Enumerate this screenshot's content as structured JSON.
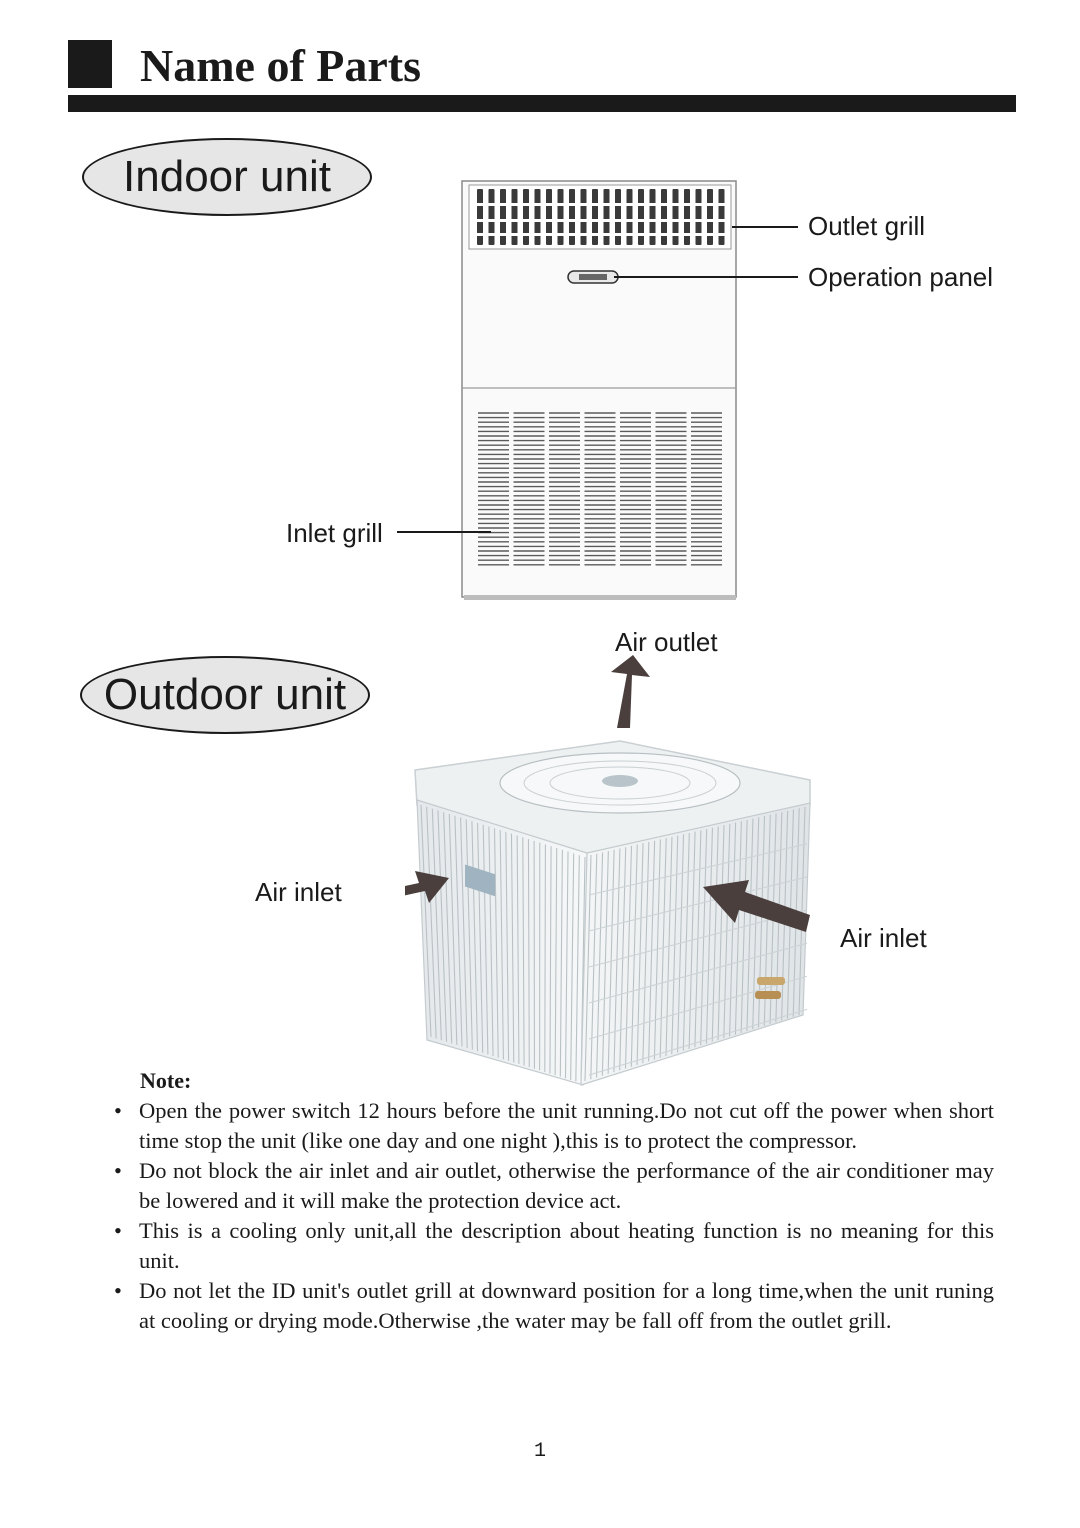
{
  "header": {
    "title": "Name of Parts"
  },
  "sections": {
    "indoor": "Indoor unit",
    "outdoor": "Outdoor unit"
  },
  "indoor_labels": {
    "outlet_grill": "Outlet grill",
    "operation_panel": "Operation panel",
    "inlet_grill": "Inlet grill"
  },
  "outdoor_labels": {
    "air_outlet": "Air outlet",
    "air_inlet_left": "Air inlet",
    "air_inlet_right": "Air inlet"
  },
  "notes": {
    "title": "Note:",
    "bullet": "•",
    "items": [
      "Open the power switch 12 hours before the unit running.Do not cut off the power when short time stop the unit (like one day and one night ),this is to protect the compressor.",
      "Do not block the air inlet and air outlet, otherwise the performance of the air conditioner may be lowered and it will make the protection device act.",
      "This  is  a cooling only unit,all the description about heating function is no meaning for this unit.",
      "Do not let the ID unit's outlet grill at downward position for a long time,when the unit runing at cooling or drying mode.Otherwise ,the water may be fall off from the outlet grill."
    ]
  },
  "page_number": "1",
  "colors": {
    "ink": "#1a1a1a",
    "oval_fill": "#e6e6e6",
    "arrow": "#4a3f3d",
    "unit_body": "#f2f4f5"
  }
}
